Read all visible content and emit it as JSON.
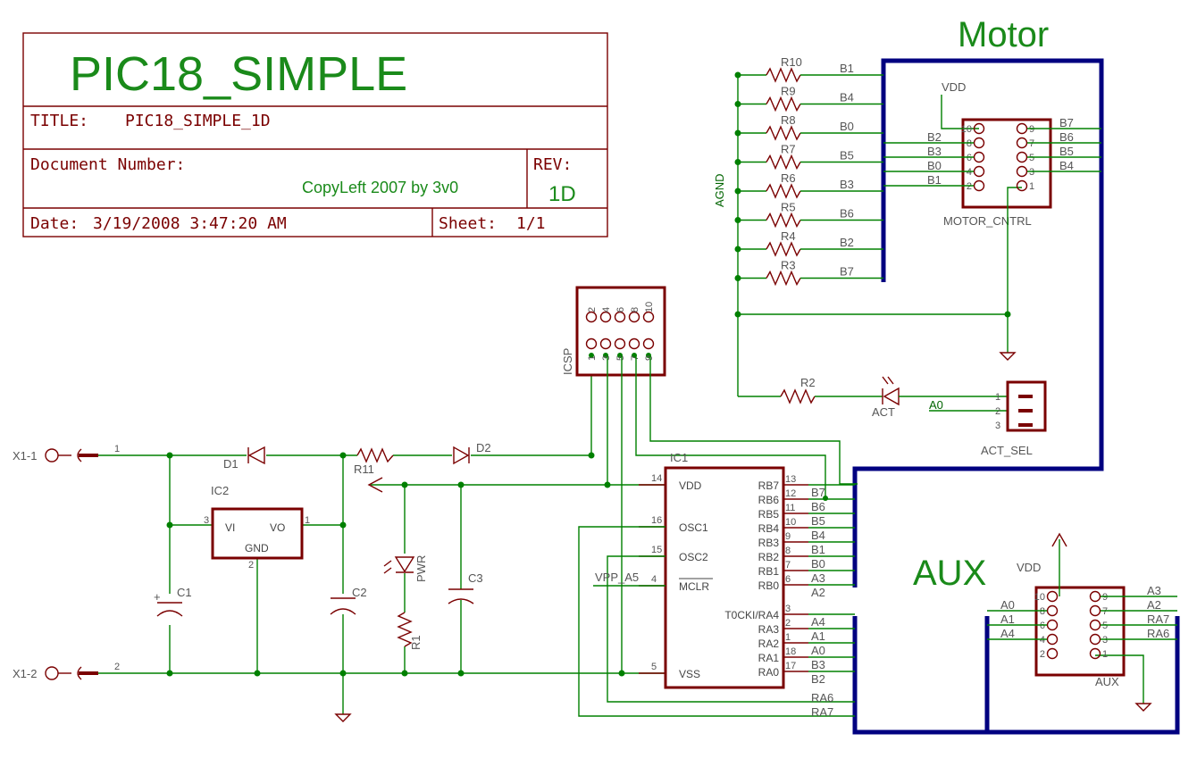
{
  "colors": {
    "wire": "#008000",
    "part": "#7a0000",
    "bus": "#000080",
    "title_green": "#1a8a1a"
  },
  "title_block": {
    "project": "PIC18_SIMPLE",
    "title_label": "TITLE:",
    "title_value": "PIC18_SIMPLE_1D",
    "doc_label": "Document Number:",
    "copyleft": "CopyLeft 2007 by 3v0",
    "rev_label": "REV:",
    "rev_value": "1D",
    "date_label": "Date:",
    "date_value": "3/19/2008 3:47:20 AM",
    "sheet_label": "Sheet:",
    "sheet_value": "1/1"
  },
  "headings": {
    "motor": "Motor",
    "aux": "AUX"
  },
  "supply": {
    "x1_1": "X1-1",
    "x1_2": "X1-2",
    "pin1": "1",
    "pin2": "2"
  },
  "parts": {
    "d1": "D1",
    "d2": "D2",
    "r11": "R11",
    "ic2": "IC2",
    "ic2_vi": "VI",
    "ic2_vo": "VO",
    "ic2_gnd": "GND",
    "ic2_p3": "3",
    "ic2_p1": "1",
    "ic2_p2": "2",
    "c1": "C1",
    "c2": "C2",
    "c3": "C3",
    "pwr": "PWR",
    "r1": "R1",
    "icsp": "ICSP",
    "r2": "R2",
    "act": "ACT",
    "act_sel": "ACT_SEL",
    "agnd": "AGND",
    "vdd": "VDD",
    "motor_cntrl": "MOTOR_CNTRL",
    "aux_conn": "AUX",
    "ic1": "IC1",
    "vpp": "VPP_A5"
  },
  "ic1": {
    "left": [
      {
        "pin": "14",
        "name": "VDD"
      },
      {
        "pin": "16",
        "name": "OSC1"
      },
      {
        "pin": "15",
        "name": "OSC2"
      },
      {
        "pin": "4",
        "name": "MCLR"
      },
      {
        "pin": "5",
        "name": "VSS"
      }
    ],
    "right": [
      {
        "pin": "13",
        "name": "RB7",
        "net": "B7"
      },
      {
        "pin": "12",
        "name": "RB6",
        "net": "B6"
      },
      {
        "pin": "11",
        "name": "RB5",
        "net": "B5"
      },
      {
        "pin": "10",
        "name": "RB4",
        "net": "B4"
      },
      {
        "pin": "9",
        "name": "RB3",
        "net": "B1"
      },
      {
        "pin": "8",
        "name": "RB2",
        "net": "B0"
      },
      {
        "pin": "7",
        "name": "RB1",
        "net": "A3"
      },
      {
        "pin": "6",
        "name": "RB0",
        "net": "A2"
      },
      {
        "pin": "3",
        "name": "T0CKI/RA4",
        "net": "A4"
      },
      {
        "pin": "2",
        "name": "RA3",
        "net": "A1"
      },
      {
        "pin": "1",
        "name": "RA2",
        "net": "A0"
      },
      {
        "pin": "18",
        "name": "RA1",
        "net": "B3"
      },
      {
        "pin": "17",
        "name": "RA0",
        "net": "B2"
      }
    ],
    "extra_nets": [
      "RA6",
      "RA7"
    ]
  },
  "motor_resistors": [
    {
      "ref": "R10",
      "net": "B1"
    },
    {
      "ref": "R9",
      "net": "B4"
    },
    {
      "ref": "R8",
      "net": "B0"
    },
    {
      "ref": "R7",
      "net": "B5"
    },
    {
      "ref": "R6",
      "net": "B3"
    },
    {
      "ref": "R5",
      "net": "B6"
    },
    {
      "ref": "R4",
      "net": "B2"
    },
    {
      "ref": "R3",
      "net": "B7"
    }
  ],
  "motor_conn": {
    "left": [
      {
        "pin": "10",
        "net": ""
      },
      {
        "pin": "8",
        "net": "B2"
      },
      {
        "pin": "6",
        "net": "B3"
      },
      {
        "pin": "4",
        "net": "B0"
      },
      {
        "pin": "2",
        "net": "B1"
      }
    ],
    "right": [
      {
        "pin": "9",
        "net": "B7"
      },
      {
        "pin": "7",
        "net": "B6"
      },
      {
        "pin": "5",
        "net": "B5"
      },
      {
        "pin": "3",
        "net": "B4"
      },
      {
        "pin": "1",
        "net": ""
      }
    ]
  },
  "aux_conn": {
    "left": [
      {
        "pin": "10",
        "net": ""
      },
      {
        "pin": "8",
        "net": "A0"
      },
      {
        "pin": "6",
        "net": "A1"
      },
      {
        "pin": "4",
        "net": "A4"
      },
      {
        "pin": "2",
        "net": ""
      }
    ],
    "right": [
      {
        "pin": "9",
        "net": "A3"
      },
      {
        "pin": "7",
        "net": "A2"
      },
      {
        "pin": "5",
        "net": "RA7"
      },
      {
        "pin": "3",
        "net": "RA6"
      },
      {
        "pin": "1",
        "net": ""
      }
    ]
  },
  "act_sel": {
    "pins": [
      "1",
      "2",
      "3"
    ],
    "net": "A0"
  },
  "icsp": {
    "top": [
      "2",
      "4",
      "6",
      "8",
      "10"
    ],
    "bottom": [
      "1",
      "3",
      "5",
      "7",
      "9"
    ]
  }
}
